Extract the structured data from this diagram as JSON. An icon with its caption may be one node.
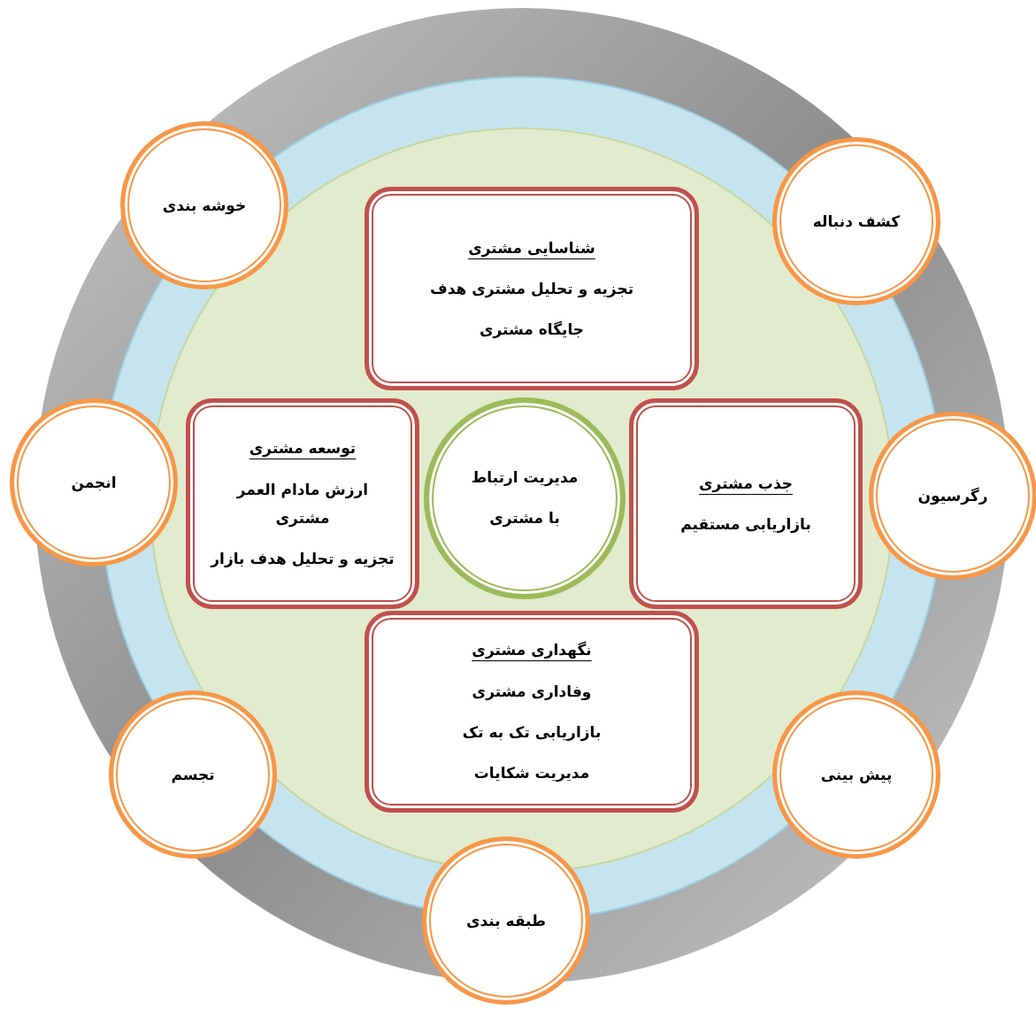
{
  "diagram": {
    "nodes": [
      {
        "text": [
          "خوشه بندی"
        ]
      },
      {
        "text": [
          "کشف دنباله"
        ]
      },
      {
        "text": [
          "شناسایی مشتری",
          "تجزیه و تحلیل مشتری هدف",
          "جایگاه مشتری"
        ]
      },
      {
        "text": [
          "انجمن"
        ]
      },
      {
        "text": [
          "توسعه مشتری",
          "ارزش مادام العمر مشتری",
          "تجزیه و تحلیل هدف بازار"
        ]
      },
      {
        "text": [
          "مدیریت ارتباط با مشتری"
        ]
      },
      {
        "text": [
          "جذب مشتری",
          "بازاریابی مستقیم"
        ]
      },
      {
        "text": [
          "رگرسیون"
        ]
      },
      {
        "text": [
          "نگهداری مشتری",
          "وفاداری مشتری",
          "بازاریابی تک به تک",
          "مدیریت شکایات"
        ]
      },
      {
        "text": [
          "تجسم"
        ]
      },
      {
        "text": [
          "پیش بینی"
        ]
      },
      {
        "text": [
          "طبقه بندی"
        ]
      }
    ]
  }
}
